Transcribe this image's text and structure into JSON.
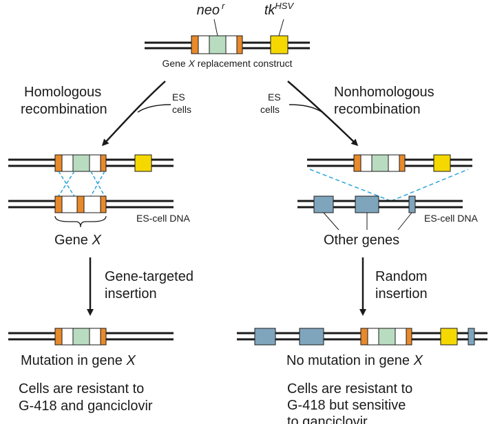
{
  "construct": {
    "neo_label": "neo",
    "neo_sup": "r",
    "tk_label": "tk",
    "tk_sup": "HSV",
    "caption_pre": "Gene ",
    "caption_x": "X",
    "caption_post": " replacement construct"
  },
  "left": {
    "branch_line1": "Homologous",
    "branch_line2": "recombination",
    "es_line1": "ES",
    "es_line2": "cells",
    "es_dna": "ES-cell DNA",
    "gene_pre": "Gene ",
    "gene_x": "X",
    "step_line1": "Gene-targeted",
    "step_line2": "insertion",
    "result_pre": "Mutation in gene ",
    "result_x": "X",
    "outcome_line1": "Cells are resistant to",
    "outcome_line2": "G-418 and ganciclovir"
  },
  "right": {
    "branch_line1": "Nonhomologous",
    "branch_line2": "recombination",
    "es_line1": "ES",
    "es_line2": "cells",
    "es_dna": "ES-cell DNA",
    "other_genes": "Other genes",
    "step_line1": "Random",
    "step_line2": "insertion",
    "result_pre": "No mutation in gene ",
    "result_x": "X",
    "outcome_line1": "Cells are resistant to",
    "outcome_line2": "G-418 but sensitive",
    "outcome_line3": "to ganciclovir"
  },
  "colors": {
    "dna": "#1a1a1a",
    "orange": "#e8892b",
    "neo_green": "#b9dcc0",
    "tk_yellow": "#f5d800",
    "other_gene_blue": "#7fa5bd",
    "crossover_cyan": "#2aa4d8"
  }
}
